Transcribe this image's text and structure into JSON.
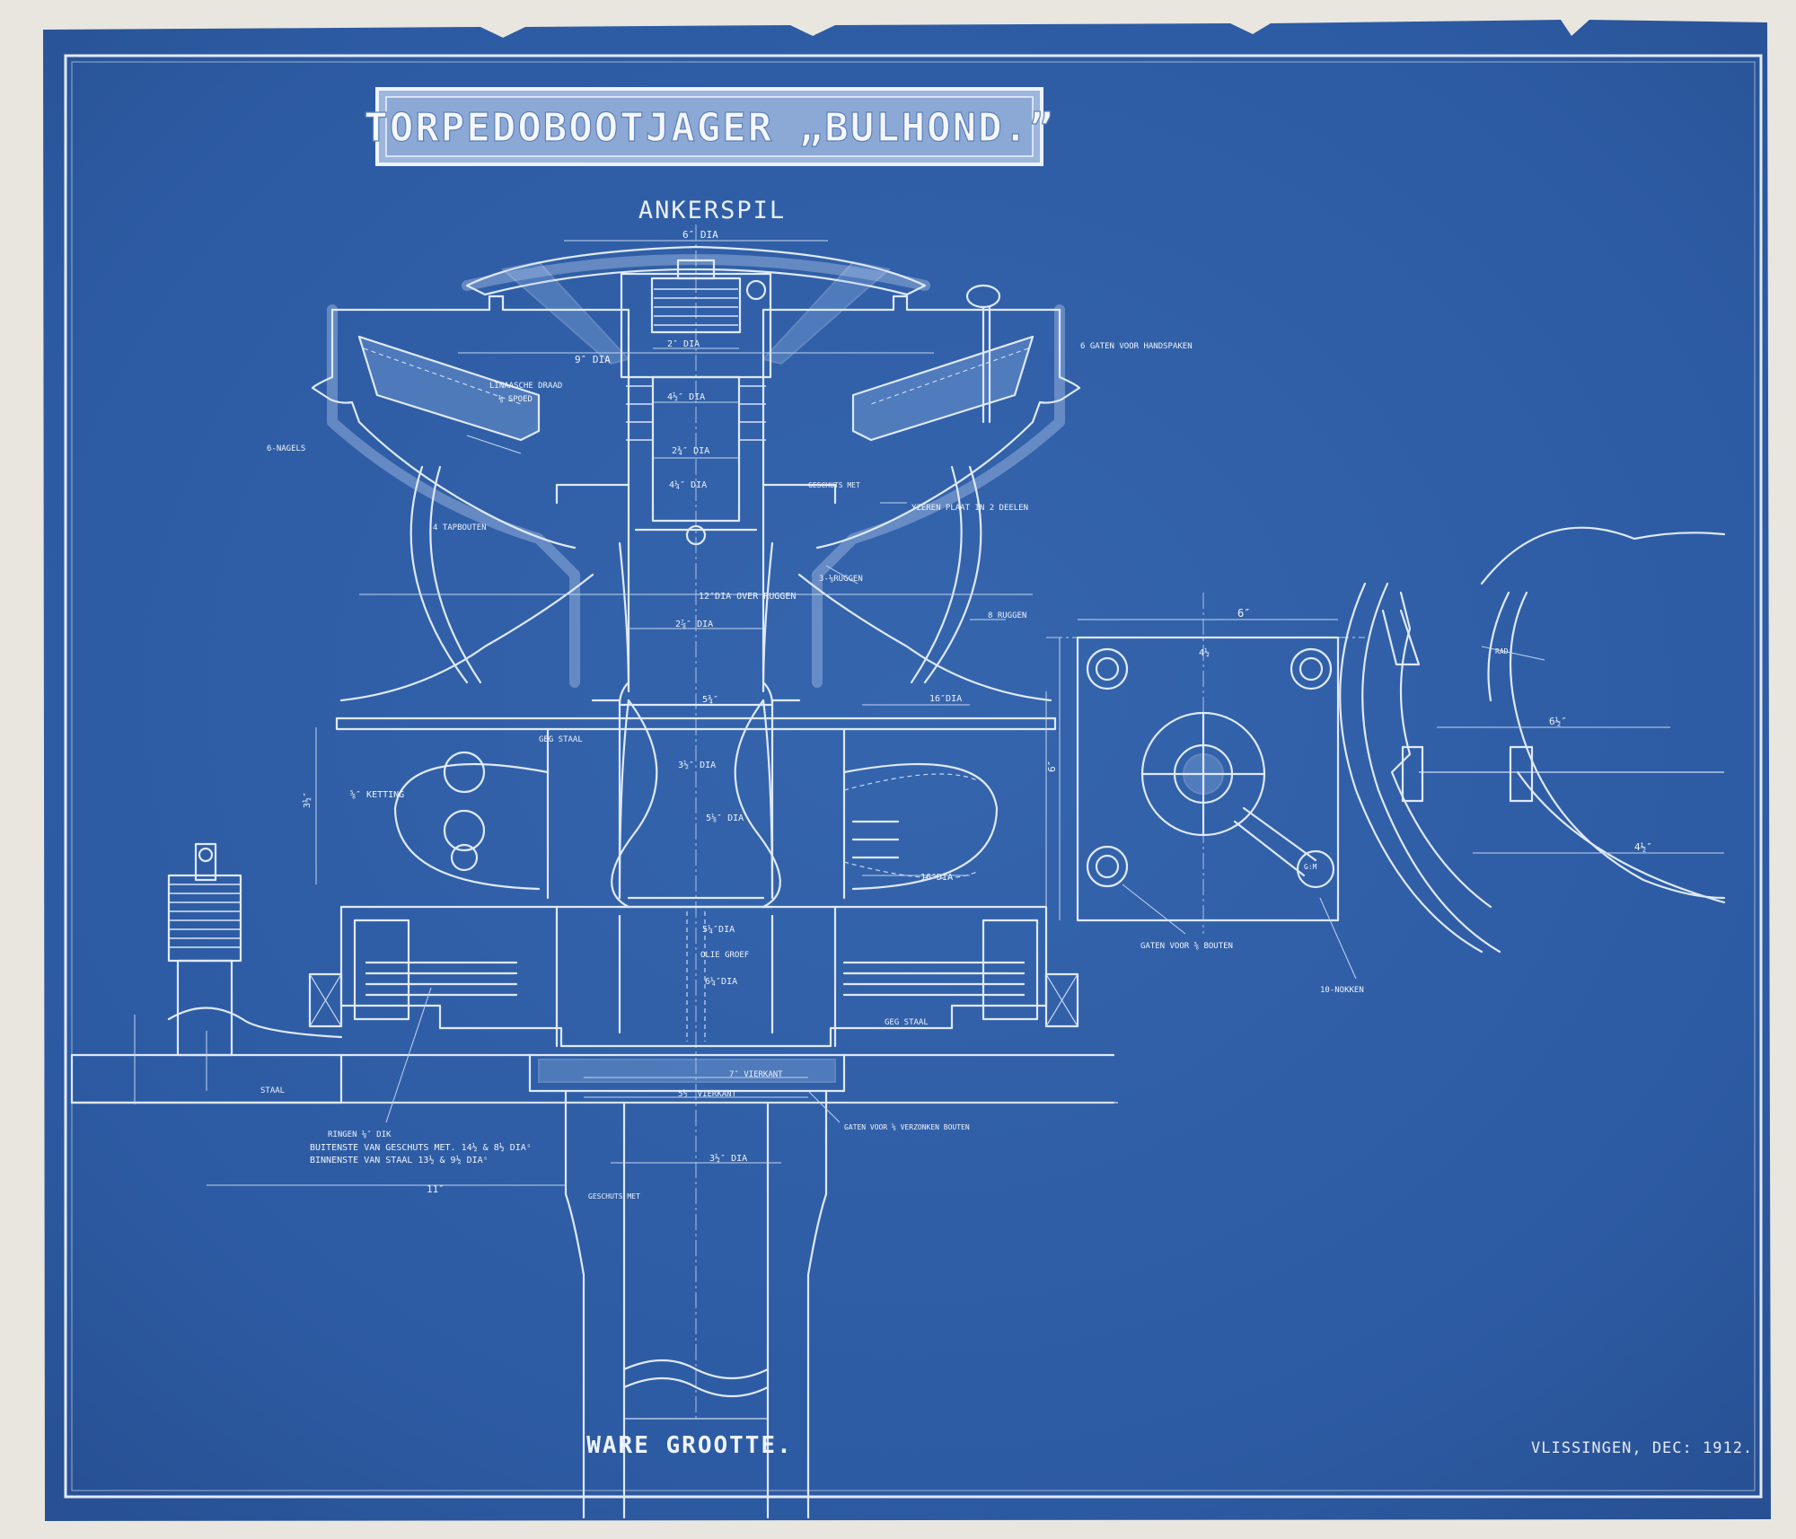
{
  "title": "TORPEDOBOOTJAGER „BULHOND.”",
  "subtitle": "ANKERSPIL",
  "footer_left": "WARE GROOTTE.",
  "footer_right": "VLISSINGEN, DEC: 1912.",
  "colors": {
    "paper": "#2f5ea7",
    "paper_dark": "#26508f",
    "line": "#dfe9f8",
    "border": "#e4eaf4",
    "margin": "#e9e6df"
  },
  "annotations": {
    "dia_6": "6″ DIA",
    "dia_2": "2″ DIA",
    "dia_9": "9″ DIA",
    "dia_4": "4½″ DIA",
    "dia_2b": "2¾″ DIA",
    "dia_4b": "4¼″ DIA",
    "linaasche": "LINAASCHE DRAAD",
    "spoed": "⅛ SPOED",
    "nagels": "6-NAGELS",
    "tapbouten": "4 TAPBOUTEN",
    "gatenhandspaken": "6 GATEN VOOR HANDSPAKEN",
    "geschuts_met": "GESCHUTS MET",
    "yzeren": "YZEREN PLAAT IN 2 DEELEN",
    "ruggen3": "3-⅛RUGGEN",
    "dia_12": "12″DIA OVER RUGGEN",
    "dia_2c": "2⅞″ DIA",
    "ruggen8": "8 RUGGEN",
    "geg_staal": "GEG STAAL",
    "dim_5a": "5¾″",
    "dia_16": "16″DIA",
    "ketting": "⅝″ KETTING",
    "dia_3": "3½″ DIA",
    "dia_5": "5⅛″ DIA",
    "dim_3h": "3½″",
    "dia_16b": "16″DIA",
    "dia_5b": "5¼″DIA",
    "olie": "OLIE GROEF",
    "dia_6b": "6¼″DIA",
    "geg_staal2": "GEG STAAL",
    "staal": "STAAL",
    "vierkant7": "7″ VIERKANT",
    "vierkant5": "5½″ VIERKANT",
    "gaten_verzonken": "GATEN VOOR ⅝ VERZONKEN BOUTEN",
    "ringen": "RINGEN ⅛″ DIK",
    "buitenste": "BUITENSTE VAN GESCHUTS MET.  14½ & 8½ DIAˢ",
    "binnenste": "BINNENSTE VAN STAAL          13½ & 9½ DIAˢ",
    "dim_11": "11″",
    "dia_3b": "3½″ DIA",
    "geschuts_met2": "GESCHUTS MET",
    "dim_6top": "6″",
    "dim_4": "4½",
    "dim_6side": "6″",
    "gaten_bouten": "GATEN VOOR ⅝ BOUTEN",
    "gm": "G:M",
    "nokken": "10-NOKKEN",
    "dim_6c": "6½″",
    "dim_4c": "4½″",
    "rad": "RAD"
  }
}
